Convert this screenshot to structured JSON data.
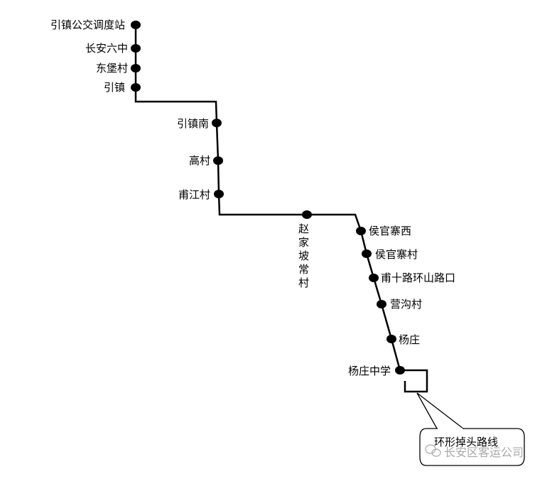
{
  "title": "长安区公交线路示意图",
  "colors": {
    "line": "#000000",
    "station": "#000000",
    "background": "#ffffff",
    "watermark": "#9a9a9a"
  },
  "stations": [
    {
      "name": "引镇公交调度站"
    },
    {
      "name": "长安六中"
    },
    {
      "name": "东堡村"
    },
    {
      "name": "引镇"
    },
    {
      "name": "引镇南"
    },
    {
      "name": "高村"
    },
    {
      "name": "甫江村"
    },
    {
      "name": "赵家坡常村",
      "chars": [
        "赵",
        "家",
        "坡",
        "常",
        "村"
      ]
    },
    {
      "name": "侯官寨西"
    },
    {
      "name": "侯官寨村"
    },
    {
      "name": "甫十路环山路口"
    },
    {
      "name": "营沟村"
    },
    {
      "name": "杨庄"
    },
    {
      "name": "杨庄中学"
    }
  ],
  "callout": {
    "text": "环形掉头路线"
  },
  "watermark": {
    "icon": "wechat-icon",
    "text": "长安区客运公司"
  }
}
